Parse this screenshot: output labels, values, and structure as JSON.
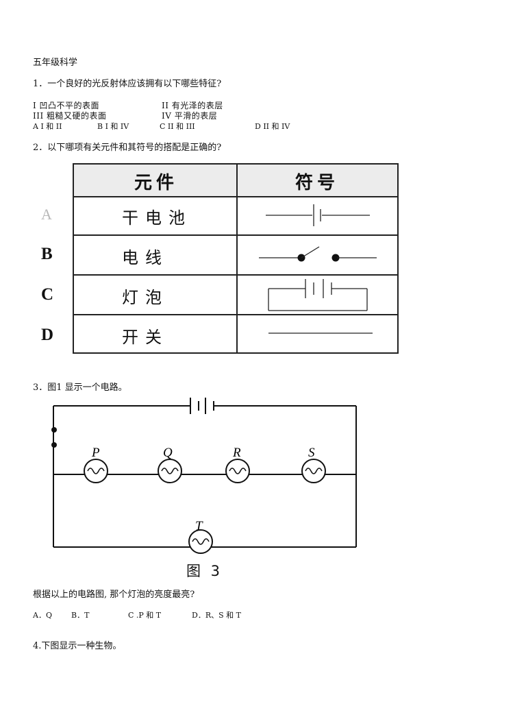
{
  "header": {
    "title": "五年级科学"
  },
  "q1": {
    "question": "1．一个良好的光反射体应该拥有以下哪些特征?",
    "items": [
      "I 凹凸不平的表面",
      "II 有光泽的表层",
      "III 粗糙又硬的表面",
      "IV 平滑的表层"
    ],
    "choices": [
      "A I 和 II",
      "B I 和 IV",
      "C II 和 III",
      "D II 和 IV"
    ]
  },
  "q2": {
    "question": "2．以下哪项有关元件和其符号的搭配是正确的?",
    "table": {
      "headers": [
        "元件",
        "符号"
      ],
      "rows": [
        {
          "label": "A",
          "component": "干电池",
          "symbol": "cell"
        },
        {
          "label": "B",
          "component": "电线",
          "symbol": "switch"
        },
        {
          "label": "C",
          "component": "灯泡",
          "symbol": "battery-circuit"
        },
        {
          "label": "D",
          "component": "开关",
          "symbol": "wire"
        }
      ]
    }
  },
  "q3": {
    "question": "3．图1 显示一个电路。",
    "figure": {
      "bulb_labels": [
        "P",
        "Q",
        "R",
        "S"
      ],
      "bottom_bulb_label": "T",
      "caption": "图 3"
    },
    "followup": "根据以上的电路图, 那个灯泡的亮度最亮?",
    "choices": [
      "A．Q",
      "B．T",
      "C .P 和 T",
      "D．R、S 和 T"
    ]
  },
  "q4": {
    "question": "4.下图显示一种生物。"
  },
  "colors": {
    "ink": "#111111",
    "header_bg": "#ececec",
    "faint": "#b8b8b8"
  }
}
